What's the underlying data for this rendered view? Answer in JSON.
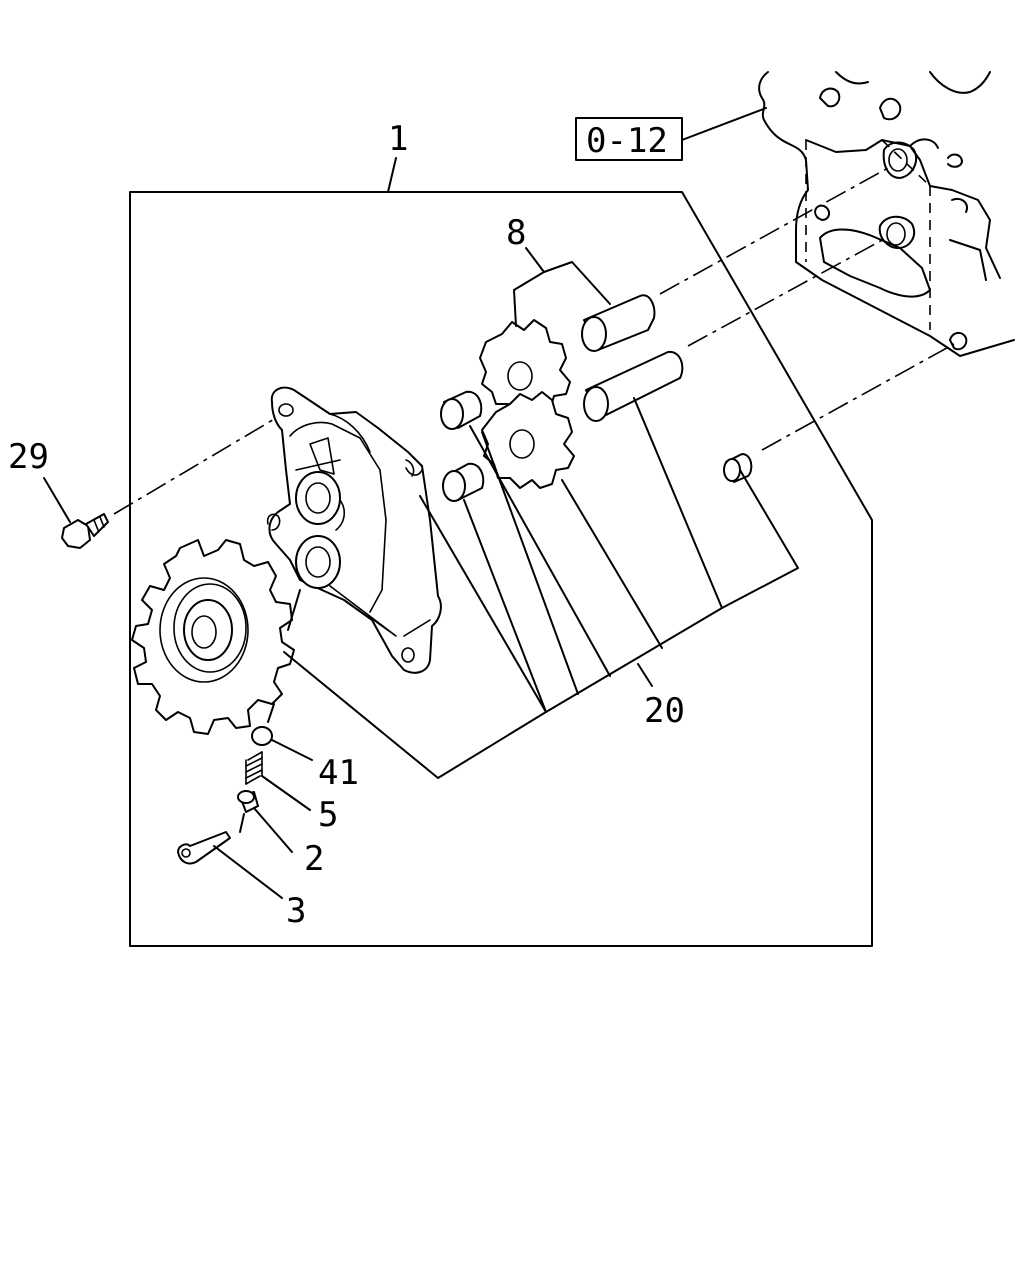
{
  "diagram": {
    "reference_box": "0-12",
    "callouts": [
      {
        "id": "assembly",
        "text": "1"
      },
      {
        "id": "bolt",
        "text": "29"
      },
      {
        "id": "rotor-set",
        "text": "8"
      },
      {
        "id": "pin-group",
        "text": "20"
      },
      {
        "id": "oring",
        "text": "41"
      },
      {
        "id": "spring",
        "text": "5"
      },
      {
        "id": "plug",
        "text": "2"
      },
      {
        "id": "cotter-pin",
        "text": "3"
      }
    ]
  }
}
